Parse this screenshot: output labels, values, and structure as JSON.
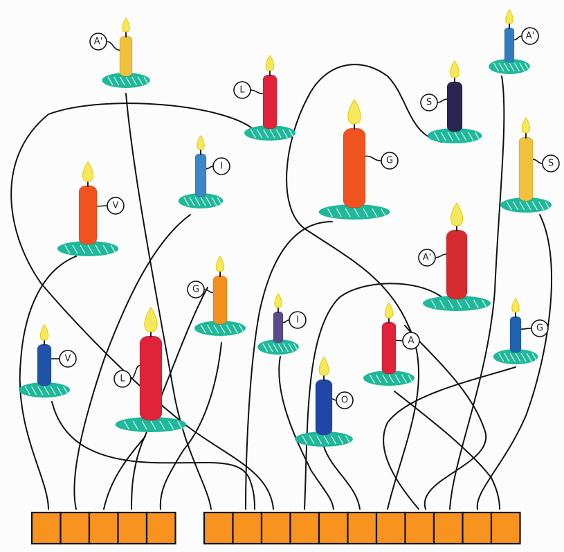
{
  "colors": {
    "flame": "#f4e95a",
    "wick": "#222222",
    "base_green": "#1fb89a",
    "box_orange": "#f7931e",
    "line": "#111111"
  },
  "candles": [
    {
      "id": "yellow-a-prime-top-left",
      "color": "#f0c23c",
      "letter": "A'"
    },
    {
      "id": "red-l-top",
      "color": "#e0223a",
      "letter": "L"
    },
    {
      "id": "orange-g-center",
      "color": "#f0531f",
      "letter": "G"
    },
    {
      "id": "navy-s-top",
      "color": "#2a2553",
      "letter": "S"
    },
    {
      "id": "blue-a-prime-top-right",
      "color": "#2f7fc0",
      "letter": "A'"
    },
    {
      "id": "orange-v-left",
      "color": "#f0531f",
      "letter": "V"
    },
    {
      "id": "blue-i-upper",
      "color": "#3a86c8",
      "letter": "I"
    },
    {
      "id": "yellow-s-right",
      "color": "#f0c23c",
      "letter": "S"
    },
    {
      "id": "red-a-prime-right",
      "color": "#d62b30",
      "letter": "A'"
    },
    {
      "id": "orange-g-middle",
      "color": "#f3901e",
      "letter": "G"
    },
    {
      "id": "purple-i-middle",
      "color": "#5b4a8c",
      "letter": "I"
    },
    {
      "id": "red-a-lower",
      "color": "#e0223a",
      "letter": "A"
    },
    {
      "id": "blue-g-lower-right",
      "color": "#2162b0",
      "letter": "G"
    },
    {
      "id": "blue-v-lower-left",
      "color": "#2053a8",
      "letter": "V"
    },
    {
      "id": "red-l-large",
      "color": "#e0223a",
      "letter": "L"
    },
    {
      "id": "blue-o-bottom",
      "color": "#2046a8",
      "letter": "O"
    }
  ],
  "answer_boxes": {
    "word1": [
      "",
      "",
      "",
      "",
      ""
    ],
    "word2": [
      "",
      "",
      "",
      "",
      "",
      "",
      "",
      "",
      "",
      "",
      ""
    ]
  }
}
